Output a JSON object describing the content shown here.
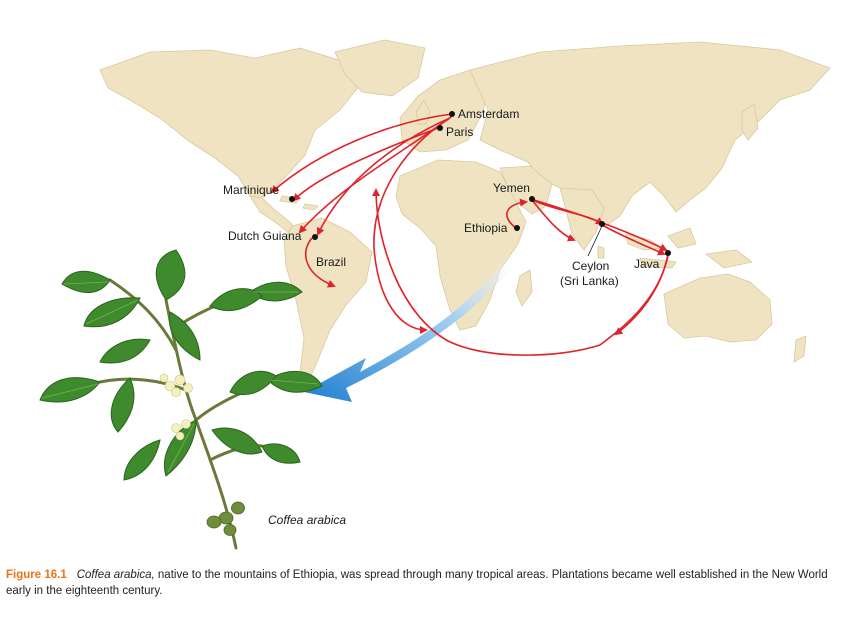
{
  "map": {
    "places": [
      {
        "id": "amsterdam",
        "label": "Amsterdam"
      },
      {
        "id": "paris",
        "label": "Paris"
      },
      {
        "id": "martinique",
        "label": "Martinique"
      },
      {
        "id": "dutch-guiana",
        "label": "Dutch Guiana"
      },
      {
        "id": "brazil",
        "label": "Brazil"
      },
      {
        "id": "yemen",
        "label": "Yemen"
      },
      {
        "id": "ethiopia",
        "label": "Ethiopia"
      },
      {
        "id": "ceylon",
        "label": "Ceylon"
      },
      {
        "id": "sri-lanka",
        "label": "(Sri Lanka)"
      },
      {
        "id": "java",
        "label": "Java"
      }
    ],
    "plant_label": "Coffea arabica",
    "colors": {
      "land": "#efe3c2",
      "route": "#e0232a",
      "arrow": "#2f8fd6",
      "leaf": "#3f8a2c",
      "flower": "#f4f0c0"
    }
  },
  "caption": {
    "figure_number": "Figure 16.1",
    "species": "Coffea arabica,",
    "text": " native to the mountains of Ethiopia, was spread through many tropical areas. Plantations became well established in the New World early in the eighteenth century."
  }
}
